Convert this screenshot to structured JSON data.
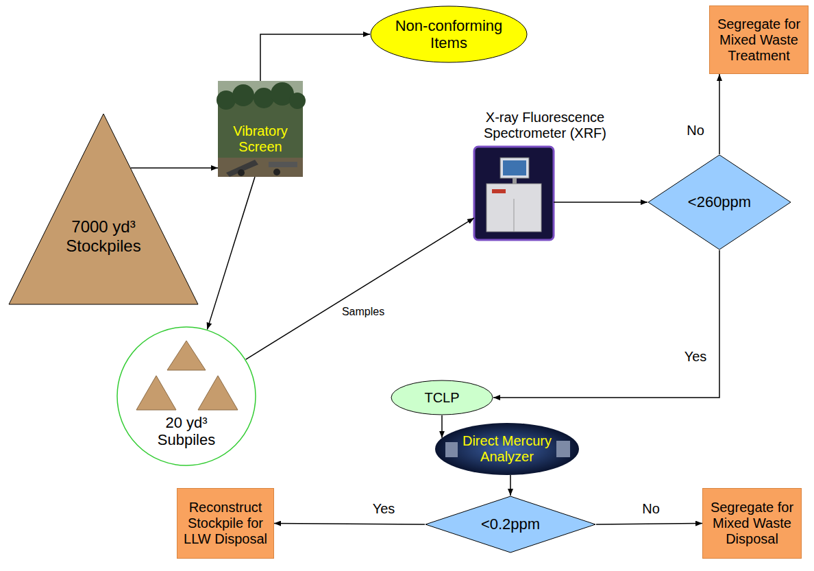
{
  "diagram": {
    "nodes": [
      {
        "text": [
          "7000 yd³ Stockpiles"
        ]
      },
      {
        "text": [
          "Vibratory Screen"
        ]
      },
      {
        "text": [
          "Non-conforming Items"
        ]
      },
      {
        "text": [
          "X-ray Fluorescence Spectrometer (XRF)"
        ]
      },
      {
        "text": [
          "<260ppm"
        ]
      },
      {
        "text": [
          "Segregate for Mixed Waste Treatment"
        ]
      },
      {
        "text": [
          "20 yd³ Subpiles"
        ]
      },
      {
        "text": [
          "TCLP"
        ]
      },
      {
        "text": [
          "Direct Mercury Analyzer"
        ]
      },
      {
        "text": [
          "<0.2ppm"
        ]
      },
      {
        "text": [
          "Reconstruct Stockpile for LLW Disposal"
        ]
      },
      {
        "text": [
          "Segregate for Mixed Waste Disposal"
        ]
      }
    ],
    "edges": [
      {
        "from": 0,
        "to": 1,
        "arrow": "to"
      },
      {
        "from": 1,
        "to": 2,
        "arrow": "to"
      },
      {
        "from": 1,
        "to": 6,
        "arrow": "to"
      },
      {
        "from": 6,
        "to": 3,
        "label": "Samples",
        "arrow": "to"
      },
      {
        "from": 3,
        "to": 4,
        "arrow": "to"
      },
      {
        "from": 4,
        "to": 5,
        "label": "No",
        "arrow": "to"
      },
      {
        "from": 4,
        "to": 7,
        "label": "Yes",
        "arrow": "to"
      },
      {
        "from": 7,
        "to": 8,
        "arrow": "to"
      },
      {
        "from": 8,
        "to": 9,
        "arrow": "to"
      },
      {
        "from": 9,
        "to": 10,
        "label": "Yes",
        "arrow": "to"
      },
      {
        "from": 9,
        "to": 11,
        "label": "No",
        "arrow": "to"
      }
    ]
  }
}
